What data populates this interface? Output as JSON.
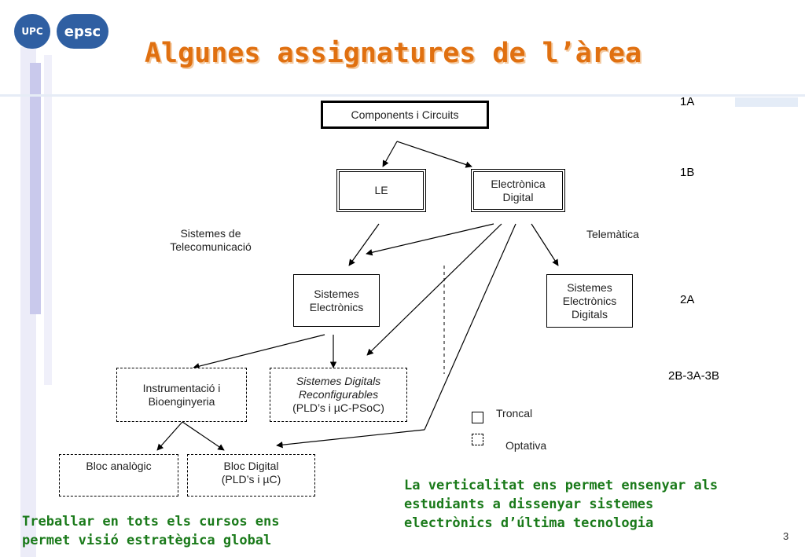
{
  "logos": {
    "left": "UPC",
    "right": "epsc"
  },
  "title": "Algunes assignatures de l’àrea",
  "diagram": {
    "boxes": {
      "components": "Components i Circuits",
      "le": "LE",
      "electronica_digital": [
        "Electrònica",
        "Digital"
      ],
      "sistemes_electronics": [
        "Sistemes",
        "Electrònics"
      ],
      "sistemes_electronics_digitals": [
        "Sistemes",
        "Electrònics",
        "Digitals"
      ],
      "instrumentacio": [
        "Instrumentació i",
        "Bioenginyeria"
      ],
      "sistemes_digitals_reconf": [
        "Sistemes Digitals",
        "Reconfigurables",
        "(PLD’s i µC-PSoC)"
      ],
      "bloc_analogic": "Bloc analògic",
      "bloc_digital": [
        "Bloc Digital",
        "(PLD’s i µC)"
      ]
    },
    "labels": {
      "sistemes_telecom": [
        "Sistemes de",
        "Telecomunicació"
      ],
      "telematica": "Telemàtica"
    },
    "years": {
      "y1a": "1A",
      "y1b": "1B",
      "y2a": "2A",
      "y2b3a3b": "2B-3A-3B"
    },
    "legend": {
      "troncal": "Troncal",
      "optativa": "Optativa"
    }
  },
  "notes": {
    "verticalitat": [
      "La verticalitat ens permet ensenyar als",
      "estudiants a dissenyar sistemes",
      "electrònics d’última tecnologia"
    ],
    "treballar": [
      "Treballar en tots els cursos ens",
      "permet visió estratègica global"
    ]
  },
  "page_number": "3"
}
